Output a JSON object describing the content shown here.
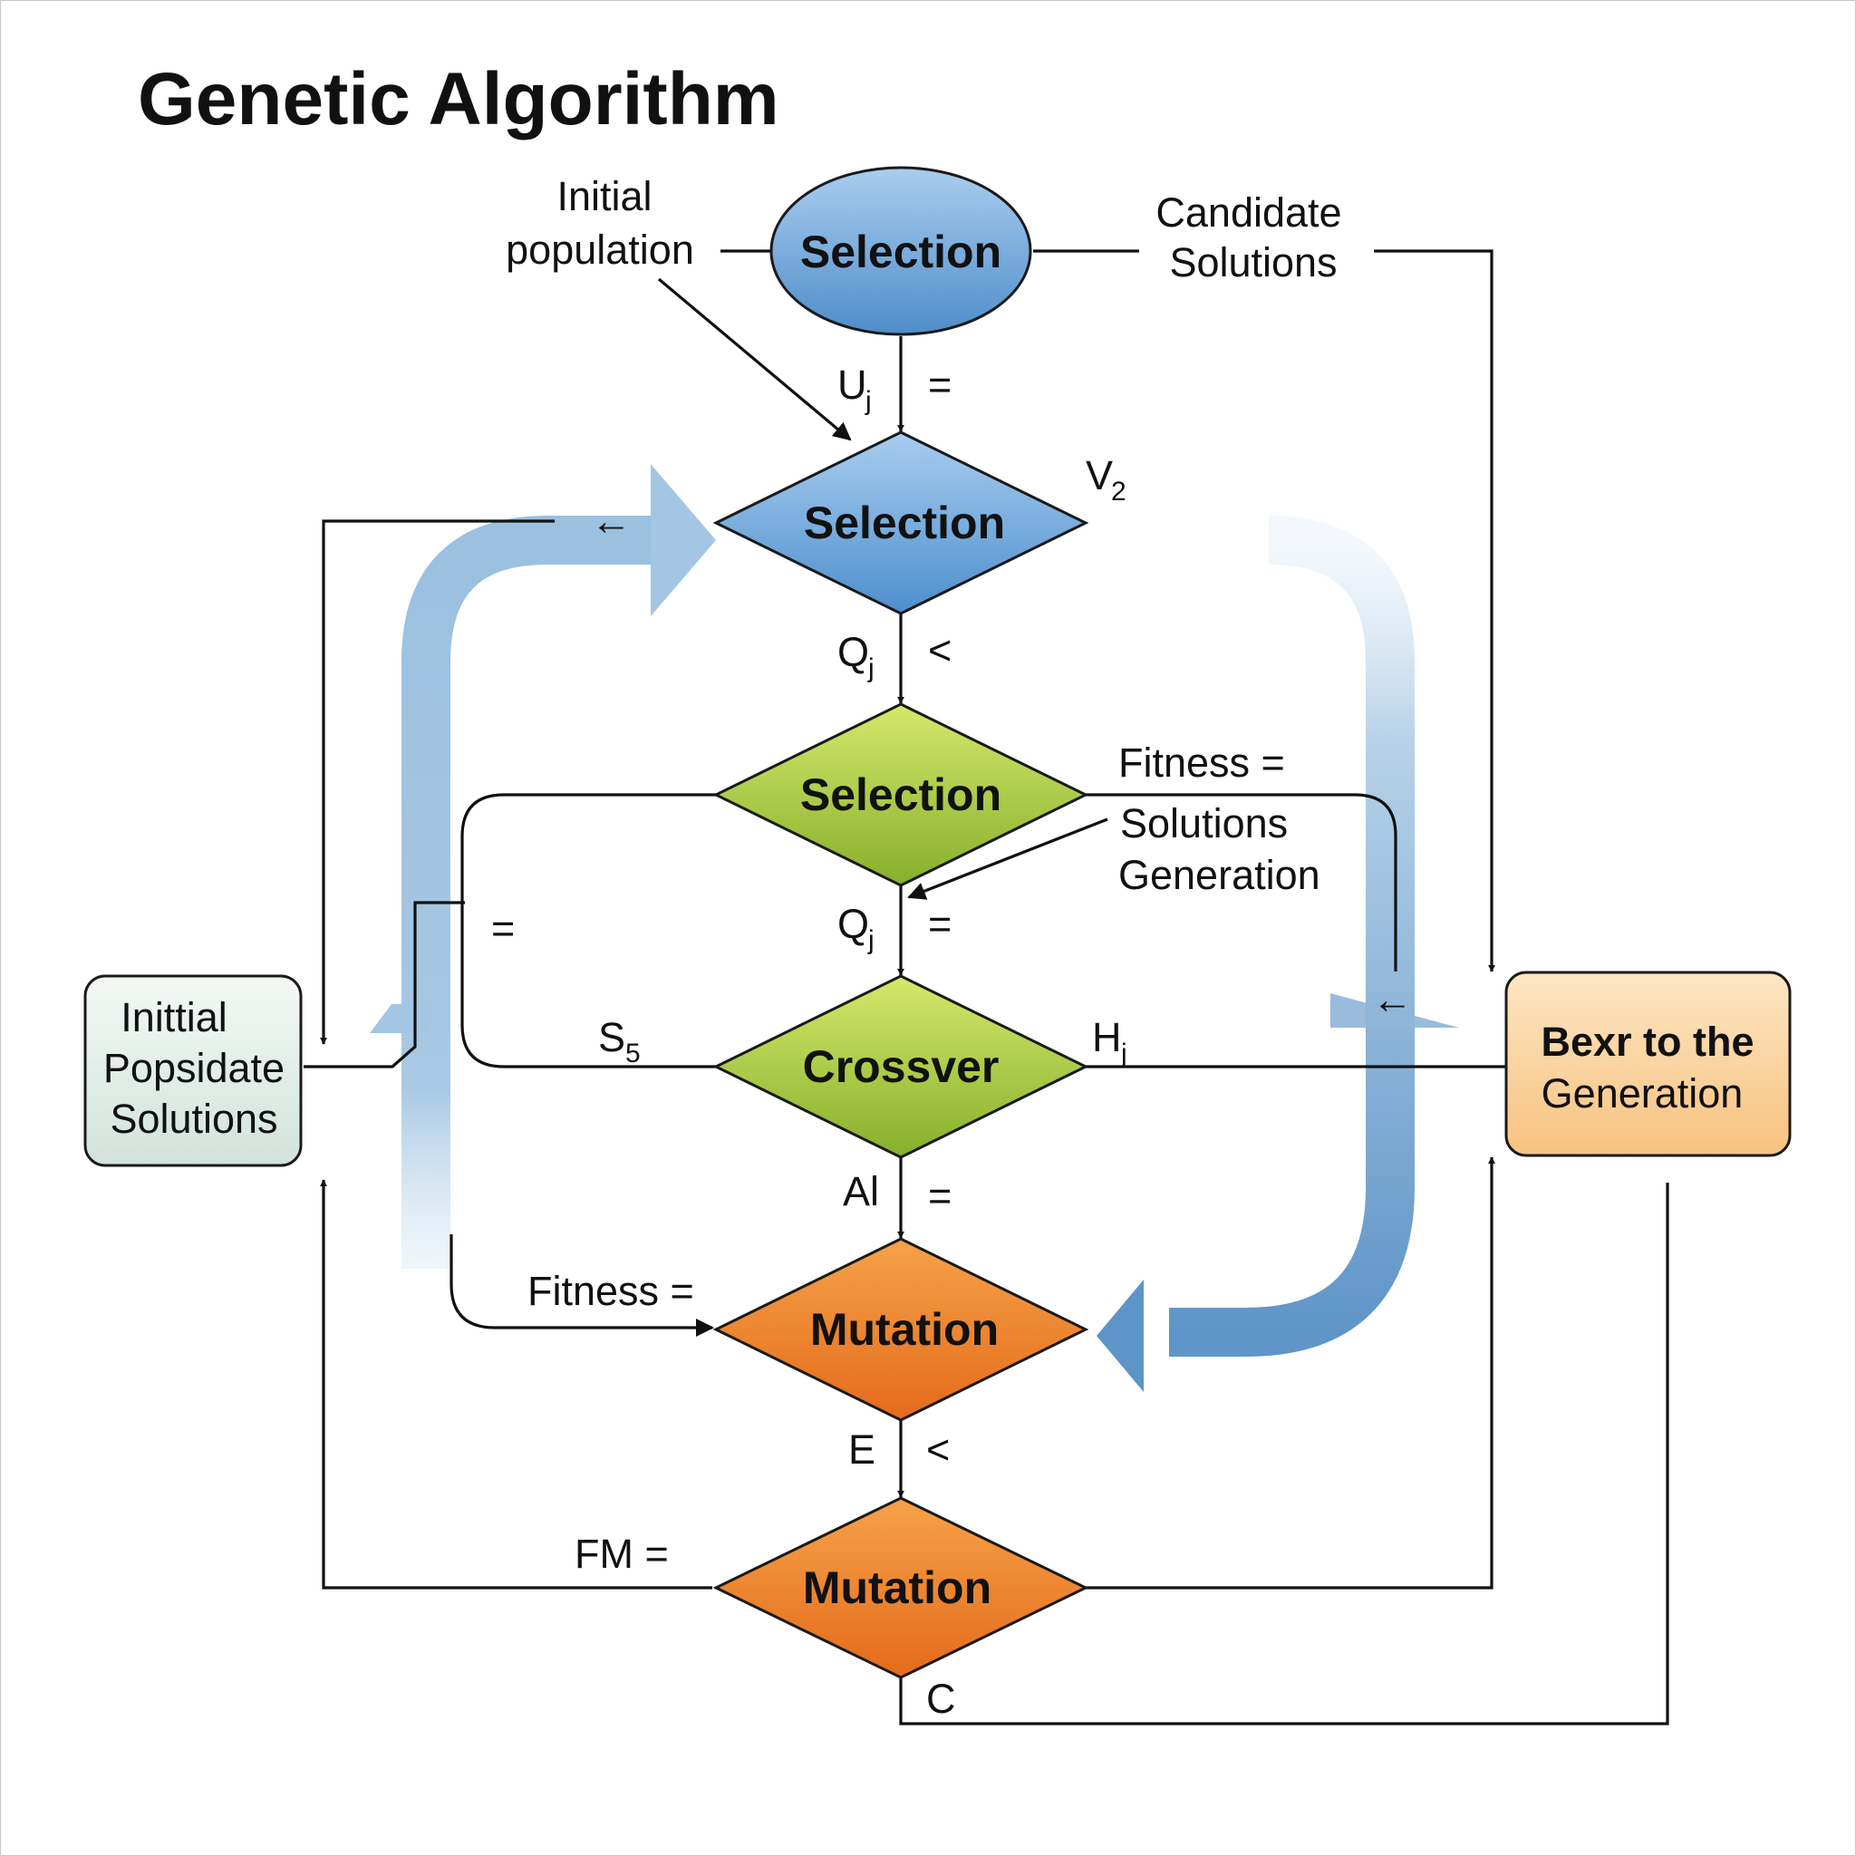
{
  "title": "Genetic Algorithm",
  "nodes": {
    "top_oval": "Selection",
    "diamond_blue": "Selection",
    "diamond_green": "Selection",
    "diamond_crossover": "Crossver",
    "diamond_mutation_1": "Mutation",
    "diamond_mutation_2": "Mutation"
  },
  "left_box": [
    "Inittial",
    "Popsidate",
    "Solutions"
  ],
  "right_box": [
    "Bexr to the",
    "Generation"
  ],
  "labels": {
    "initial_population": [
      "Initial",
      "population"
    ],
    "candidate_solutions": [
      "Candidate",
      "Solutions"
    ],
    "ui": "U",
    "ui_sub": "j",
    "ui_eq": "=",
    "v2": "V",
    "v2_sub": "2",
    "left_arrow_1": "←",
    "qi_1": "Q",
    "qi_1_sub": "j",
    "qi_1_lt": "<",
    "fitness_solutions_generation": [
      "Fitness =",
      "Solutions",
      "Generation"
    ],
    "qi_2": "Q",
    "qi_2_sub": "j",
    "qi_2_eq": "=",
    "left_eq": "=",
    "s5": "S",
    "s5_sub": "5",
    "hj": "H",
    "hj_sub": "j",
    "left_arrow_2": "←",
    "al": "Al",
    "al_eq": "=",
    "fitness_eq": "Fitness =",
    "e": "E",
    "e_lt": "<",
    "fm_eq": "FM =",
    "c": "C"
  },
  "colors": {
    "oval_blue": "#5b97d1",
    "diamond_blue": "#5e9ad4",
    "diamond_green": "#9fc43a",
    "diamond_orange": "#ec7d28",
    "loop_arrow": "#7ea9cf",
    "left_box_fill": "#e5efe9",
    "right_box_fill": "#fbd9a6",
    "line": "#111111"
  }
}
